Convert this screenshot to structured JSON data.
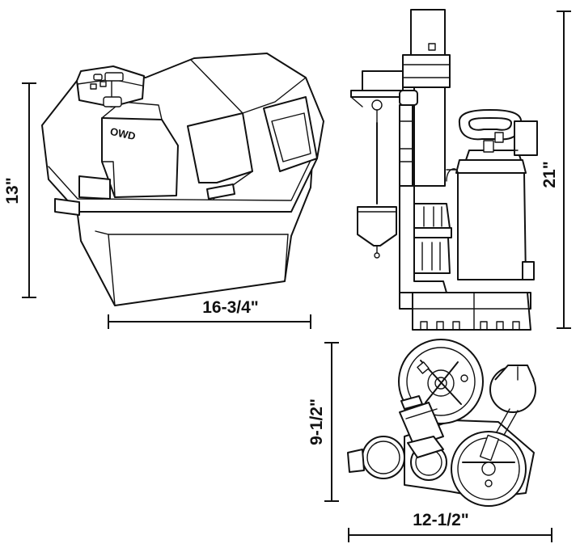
{
  "dimensions": {
    "battery_box_height": "13\"",
    "battery_box_length": "16-3/4\"",
    "pump_height": "21\"",
    "pump_footprint_depth": "9-1/2\"",
    "pump_footprint_width": "12-1/2\""
  },
  "labels": {
    "battery_lid_text": "OWD"
  },
  "colors": {
    "line": "#111111",
    "background": "#ffffff"
  }
}
